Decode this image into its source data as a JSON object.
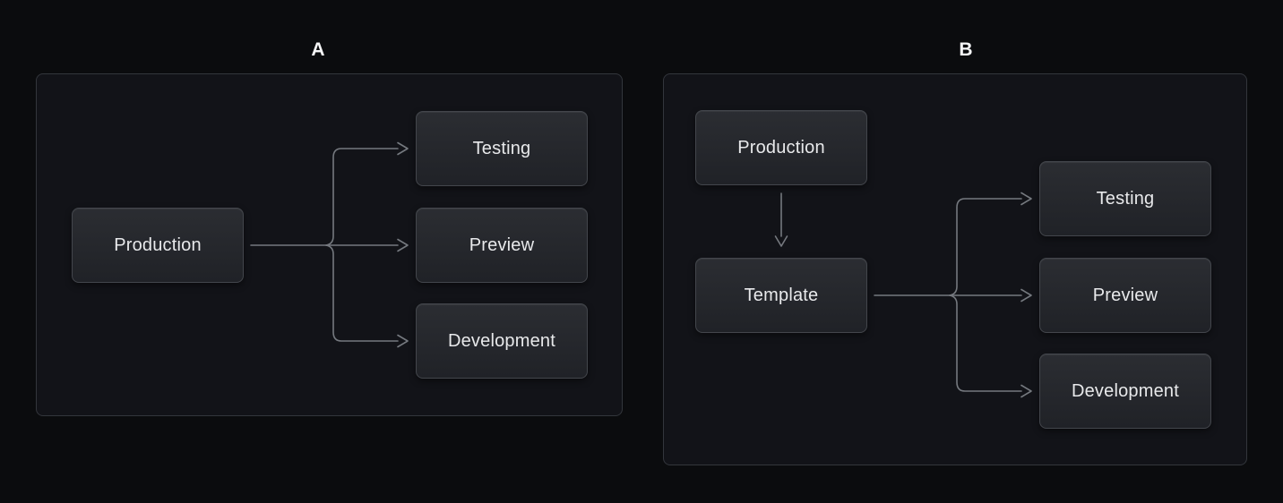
{
  "colors": {
    "canvas_bg": "#0b0c0e",
    "panel_bg": "#121318",
    "panel_border": "#33363c",
    "box_bg_top": "#2b2d32",
    "box_bg_bottom": "#202227",
    "box_border": "#43464c",
    "box_text": "#e8e9eb",
    "arrow": "#75797f",
    "label_text": "#f5f6f7"
  },
  "panels": [
    {
      "label": "A",
      "nodes": [
        {
          "id": "production",
          "label": "Production"
        },
        {
          "id": "testing",
          "label": "Testing"
        },
        {
          "id": "preview",
          "label": "Preview"
        },
        {
          "id": "development",
          "label": "Development"
        }
      ]
    },
    {
      "label": "B",
      "nodes": [
        {
          "id": "production",
          "label": "Production"
        },
        {
          "id": "template",
          "label": "Template"
        },
        {
          "id": "testing",
          "label": "Testing"
        },
        {
          "id": "preview",
          "label": "Preview"
        },
        {
          "id": "development",
          "label": "Development"
        }
      ]
    }
  ]
}
